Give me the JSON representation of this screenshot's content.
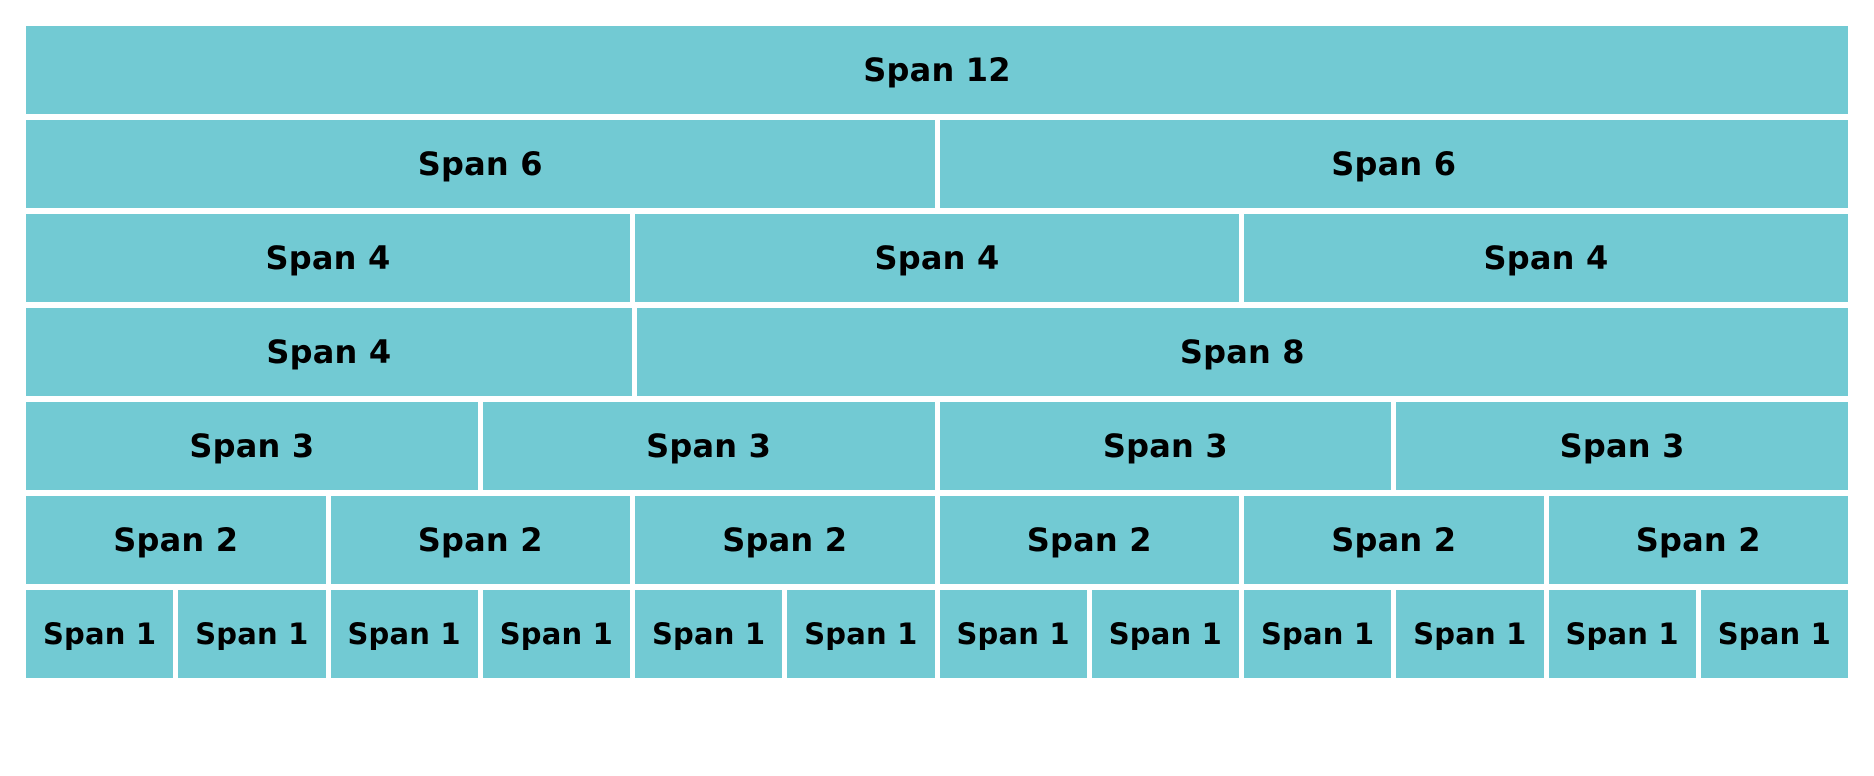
{
  "colors": {
    "cell_background": "#72cad3",
    "cell_text": "#000000",
    "page_background": "#ffffff"
  },
  "rows": [
    {
      "cells": [
        {
          "span": 12,
          "label": "Span 12"
        }
      ]
    },
    {
      "cells": [
        {
          "span": 6,
          "label": "Span 6"
        },
        {
          "span": 6,
          "label": "Span 6"
        }
      ]
    },
    {
      "cells": [
        {
          "span": 4,
          "label": "Span 4"
        },
        {
          "span": 4,
          "label": "Span 4"
        },
        {
          "span": 4,
          "label": "Span 4"
        }
      ]
    },
    {
      "cells": [
        {
          "span": 4,
          "label": "Span 4"
        },
        {
          "span": 8,
          "label": "Span 8"
        }
      ]
    },
    {
      "cells": [
        {
          "span": 3,
          "label": "Span 3"
        },
        {
          "span": 3,
          "label": "Span 3"
        },
        {
          "span": 3,
          "label": "Span 3"
        },
        {
          "span": 3,
          "label": "Span 3"
        }
      ]
    },
    {
      "cells": [
        {
          "span": 2,
          "label": "Span 2"
        },
        {
          "span": 2,
          "label": "Span 2"
        },
        {
          "span": 2,
          "label": "Span 2"
        },
        {
          "span": 2,
          "label": "Span 2"
        },
        {
          "span": 2,
          "label": "Span 2"
        },
        {
          "span": 2,
          "label": "Span 2"
        }
      ]
    },
    {
      "cells": [
        {
          "span": 1,
          "label": "Span 1"
        },
        {
          "span": 1,
          "label": "Span 1"
        },
        {
          "span": 1,
          "label": "Span 1"
        },
        {
          "span": 1,
          "label": "Span 1"
        },
        {
          "span": 1,
          "label": "Span 1"
        },
        {
          "span": 1,
          "label": "Span 1"
        },
        {
          "span": 1,
          "label": "Span 1"
        },
        {
          "span": 1,
          "label": "Span 1"
        },
        {
          "span": 1,
          "label": "Span 1"
        },
        {
          "span": 1,
          "label": "Span 1"
        },
        {
          "span": 1,
          "label": "Span 1"
        },
        {
          "span": 1,
          "label": "Span 1"
        }
      ]
    }
  ]
}
